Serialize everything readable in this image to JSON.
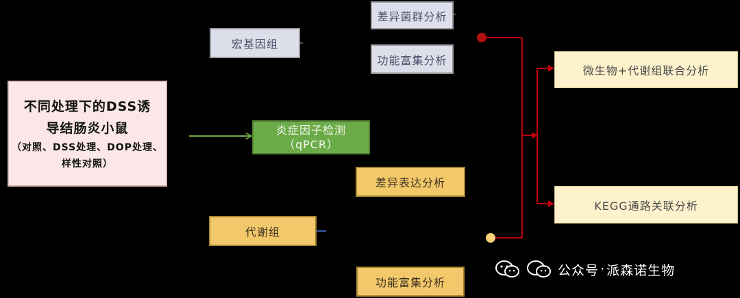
{
  "main": {
    "line1": "不同处理下的DSS诱",
    "line2": "导结肠炎小鼠",
    "line3": "（对照、DSS处理、DOP处理、",
    "line4": "样性对照）"
  },
  "nodes": {
    "metagenome": "宏基因组",
    "diff_microbes": "差异菌群分析",
    "func_enrich_top": "功能富集分析",
    "inflammation_line1": "炎症因子检测",
    "inflammation_line2": "（qPCR）",
    "diff_expression": "差异表达分析",
    "metabolome": "代谢组",
    "func_enrich_bottom": "功能富集分析",
    "joint_analysis": "微生物+代谢组联合分析",
    "kegg": "KEGG通路关联分析"
  },
  "watermark": {
    "prefix": "公众号",
    "separator": "·",
    "name": "派森诺生物"
  },
  "colors": {
    "background": "#000000",
    "arrow_green": "#6cac48",
    "connector_red": "#c0000f",
    "dot_red": "#b01010",
    "dot_yellow": "#f6cf78",
    "metabolome_link": "#3b5ba8"
  }
}
